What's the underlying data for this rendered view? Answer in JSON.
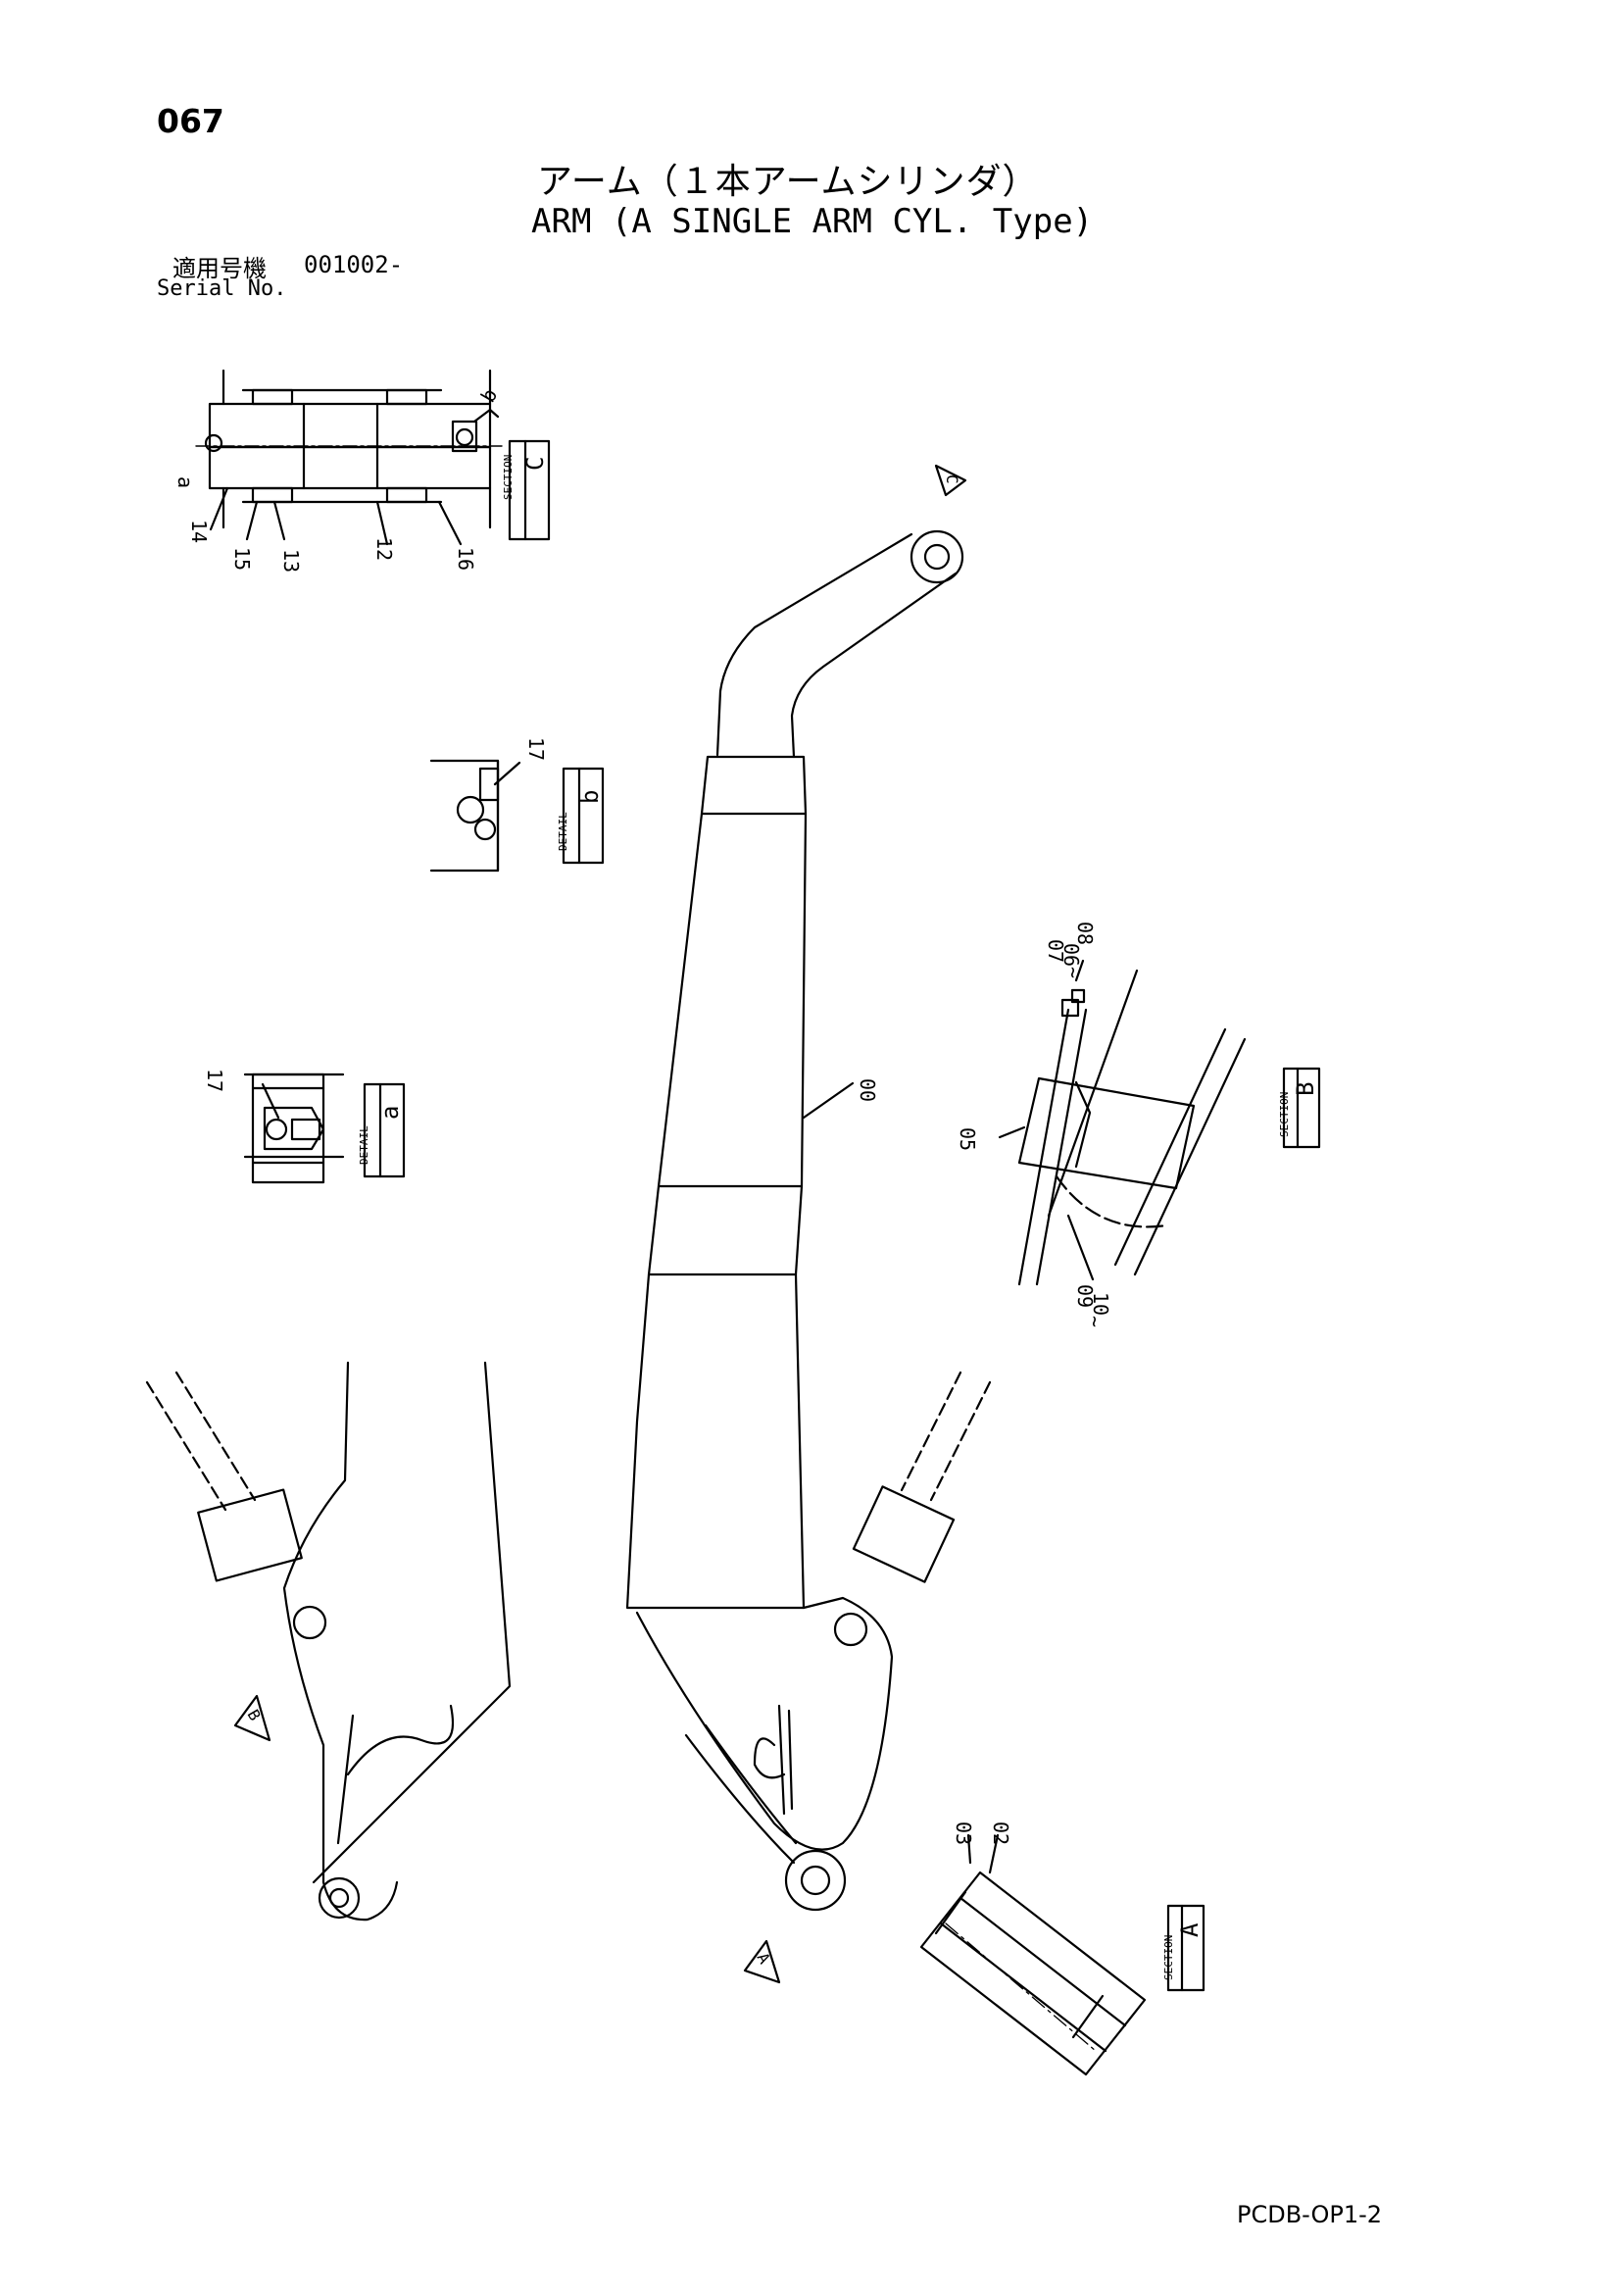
{
  "header": {
    "page_number": "067",
    "title_ja": "アーム（１本アームシリンダ）",
    "title_en": "ARM (A SINGLE ARM CYL. Type)",
    "serial_label_ja": "適用号機",
    "serial_number": "001002-",
    "serial_label_en": "Serial No."
  },
  "footer": {
    "code": "PCDB-OP1-2"
  },
  "views": {
    "section_c": {
      "label": "SECTION",
      "letter": "C",
      "parts": [
        "14",
        "15",
        "13",
        "12",
        "16"
      ],
      "detail_refs": [
        "a",
        "b"
      ]
    },
    "detail_b": {
      "label": "DETAIL",
      "letter": "b",
      "parts": [
        "17"
      ]
    },
    "detail_a": {
      "label": "DETAIL",
      "letter": "a",
      "parts": [
        "17"
      ]
    },
    "section_b": {
      "label": "SECTION",
      "letter": "B",
      "parts": [
        "07",
        "06",
        "08",
        "05",
        "09",
        "10"
      ],
      "range_markers": [
        "~",
        "~"
      ]
    },
    "section_a": {
      "label": "SECTION",
      "letter": "A",
      "parts": [
        "03",
        "02"
      ]
    },
    "main": {
      "parts": [
        "00"
      ],
      "view_arrows": [
        "C",
        "B",
        "A"
      ]
    }
  }
}
